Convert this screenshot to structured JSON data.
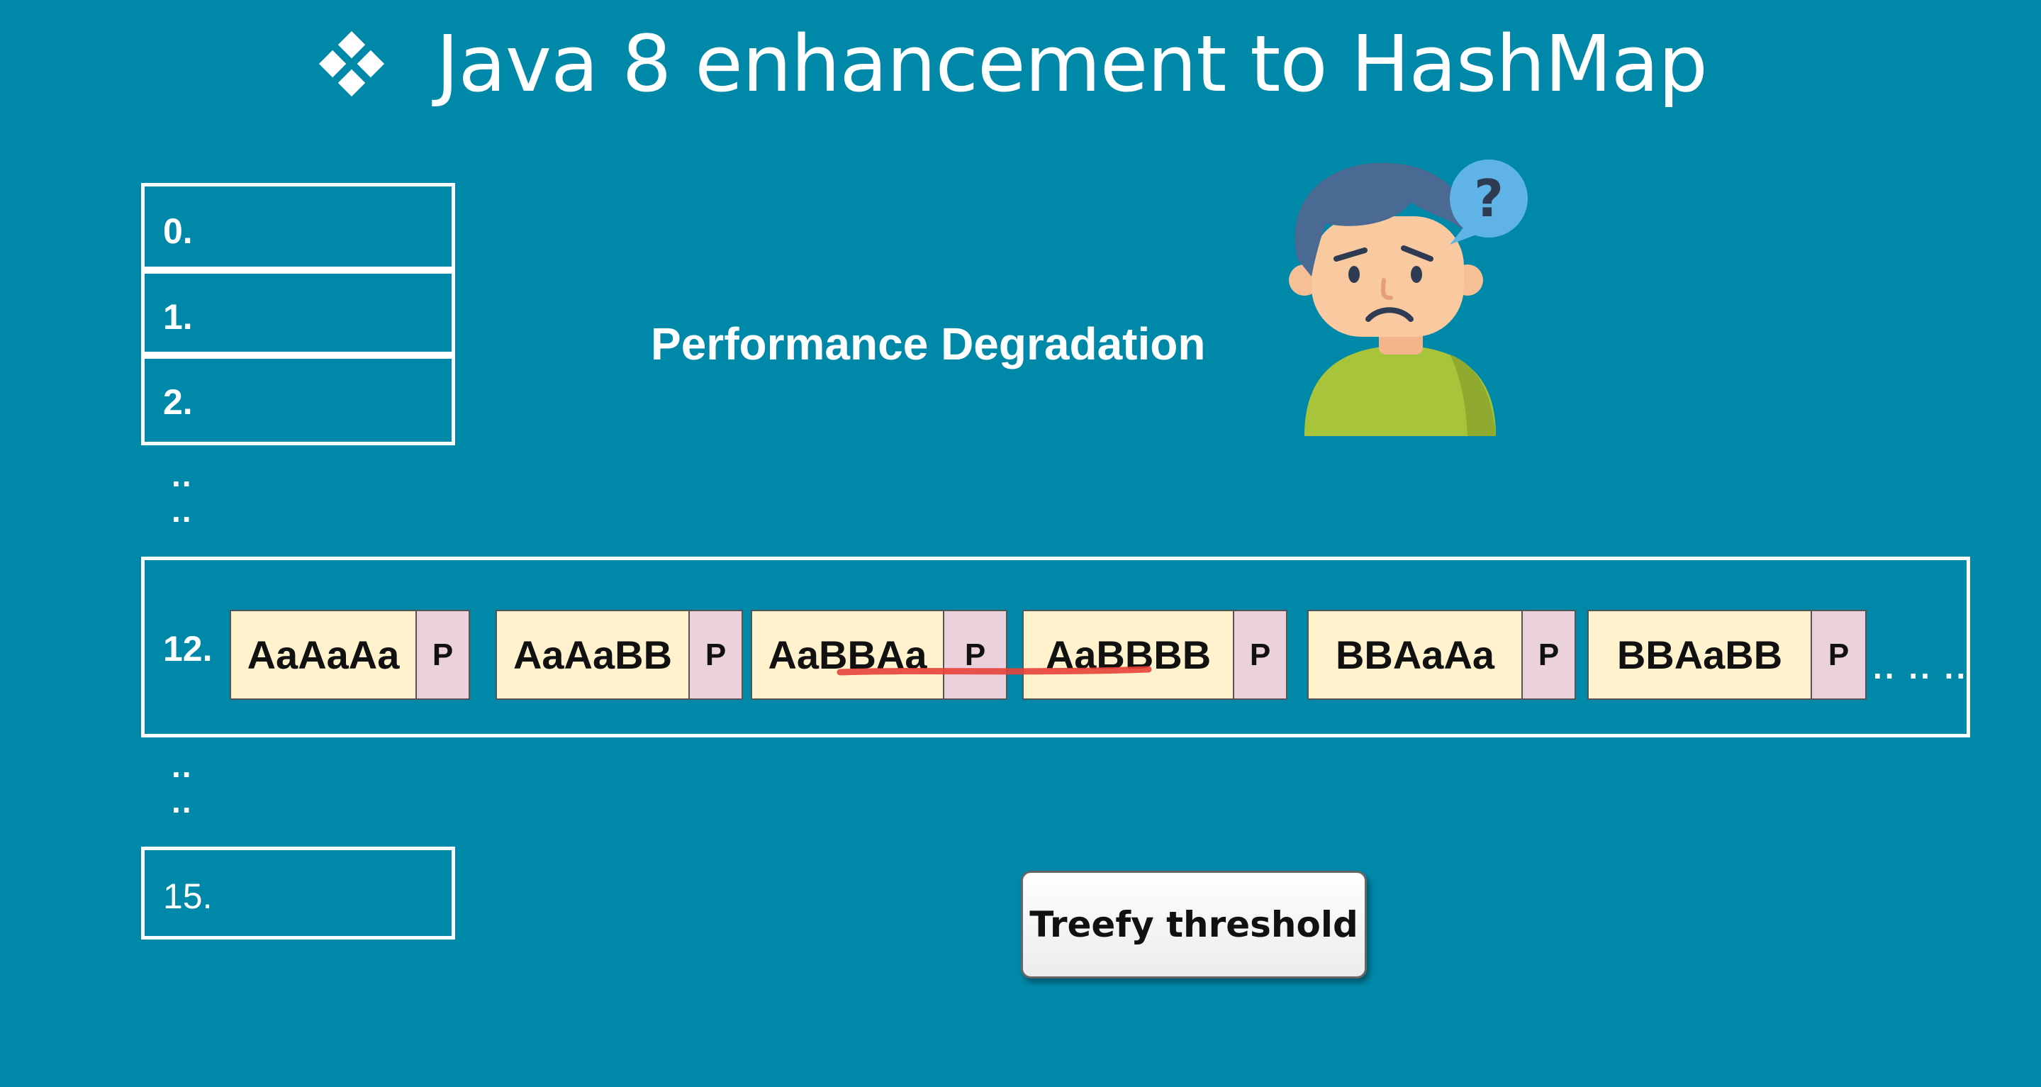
{
  "title": "Java 8 enhancement to HashMap",
  "buckets": {
    "b0": "0.",
    "b1": "1.",
    "b2": "2.",
    "dots_a": "..",
    "dots_b": "..",
    "b12": "12.",
    "dots_c": "..",
    "dots_d": "..",
    "b15": "15."
  },
  "performance_text": "Performance Degradation",
  "person_bubble": "?",
  "chain": {
    "nodes": [
      {
        "key": "AaAaAa",
        "p": "P"
      },
      {
        "key": "AaAaBB",
        "p": "P"
      },
      {
        "key": "AaBBAa",
        "p": "P"
      },
      {
        "key": "AaBBBB",
        "p": "P"
      },
      {
        "key": "BBAaAa",
        "p": "P"
      },
      {
        "key": "BBAaBB",
        "p": "P"
      }
    ],
    "more": ".. .. .."
  },
  "treefy_button": "Treefy threshold",
  "colors": {
    "background": "#0088a8",
    "key_fill": "#fff2cc",
    "pointer_fill": "#ead1dc",
    "highlight_stroke": "#e8413a"
  }
}
